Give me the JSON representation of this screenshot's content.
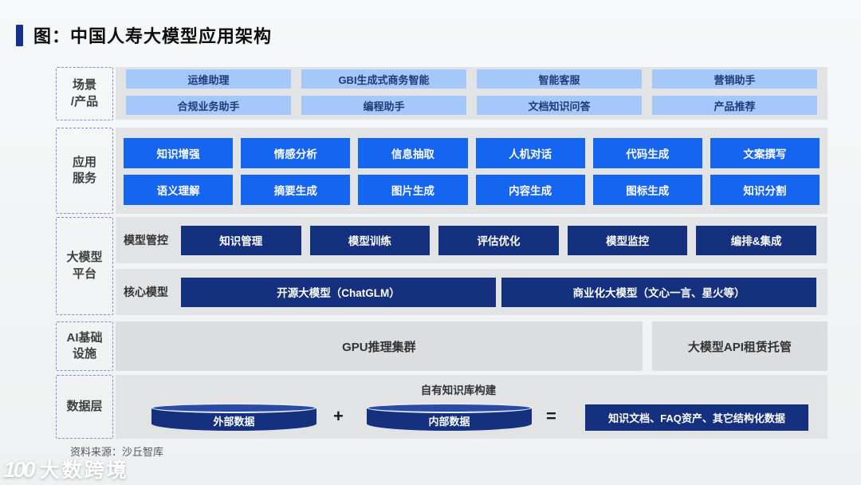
{
  "title": "图：中国人寿大模型应用架构",
  "colors": {
    "accent_navy": "#16318F",
    "bright_blue": "#1565F0",
    "light_blue": "#A6C7F9",
    "navy_box": "#14307E",
    "container_gray": "#E2E3E5",
    "infra_gray": "#DCDDDF"
  },
  "scenes": {
    "label": "场景\n/产品",
    "items": [
      "运维助理",
      "GBI生成式商务智能",
      "智能客服",
      "营销助手",
      "合规业务助手",
      "编程助手",
      "文档知识问答",
      "产品推荐"
    ]
  },
  "services": {
    "label": "应用\n服务",
    "items": [
      "知识增强",
      "情感分析",
      "信息抽取",
      "人机对话",
      "代码生成",
      "文案撰写",
      "语义理解",
      "摘要生成",
      "图片生成",
      "内容生成",
      "图标生成",
      "知识分割"
    ]
  },
  "platform": {
    "label": "大模型\n平台",
    "control": {
      "label": "模型管控",
      "items": [
        "知识管理",
        "模型训练",
        "评估优化",
        "模型监控",
        "编排&集成"
      ]
    },
    "core": {
      "label": "核心模型",
      "items": [
        "开源大模型（ChatGLM）",
        "商业化大模型（文心一言、星火等）"
      ]
    }
  },
  "infra": {
    "label": "AI基础\n设施",
    "items": [
      "GPU推理集群",
      "大模型API租赁托管"
    ]
  },
  "data_layer": {
    "label": "数据层",
    "title": "自有知识库构建",
    "cylinders": [
      "外部数据",
      "内部数据"
    ],
    "plus": "+",
    "equals": "=",
    "result": "知识文档、FAQ资产、其它结构化数据"
  },
  "footer": {
    "source": "资料来源：沙丘智库"
  },
  "watermark": {
    "logo": "100",
    "text": "大数跨境"
  }
}
